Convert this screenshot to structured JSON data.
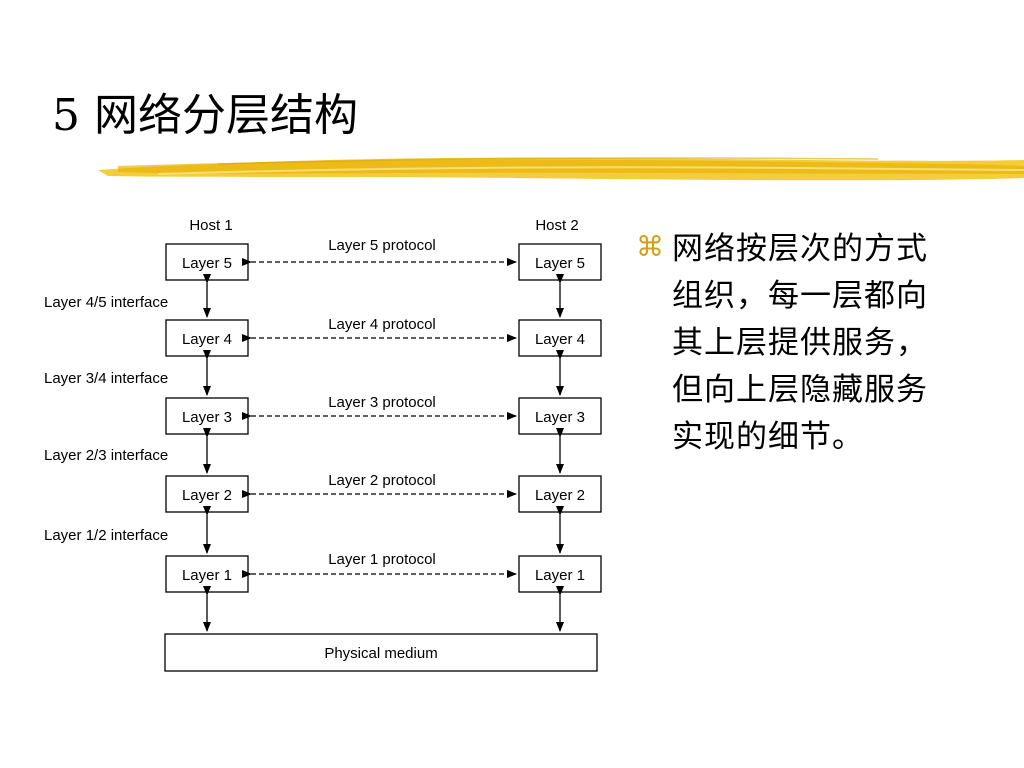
{
  "slide": {
    "title": "5 网络分层结构",
    "bullet_text": "网络按层次的方式组织，每一层都向其上层提供服务，但向上层隐藏服务实现的细节。",
    "bullet_icon": "command-icon",
    "highlight_color": "#f2c418"
  },
  "diagram": {
    "host1": "Host 1",
    "host2": "Host 2",
    "layers": [
      {
        "label": "Layer 5",
        "protocol": "Layer 5 protocol",
        "interface": "Layer 4/5 interface"
      },
      {
        "label": "Layer 4",
        "protocol": "Layer 4 protocol",
        "interface": "Layer 3/4 interface"
      },
      {
        "label": "Layer 3",
        "protocol": "Layer 3 protocol",
        "interface": "Layer 2/3 interface"
      },
      {
        "label": "Layer 2",
        "protocol": "Layer 2 protocol",
        "interface": "Layer 1/2 interface"
      },
      {
        "label": "Layer 1",
        "protocol": "Layer 1 protocol",
        "interface": ""
      }
    ],
    "medium": "Physical medium"
  }
}
